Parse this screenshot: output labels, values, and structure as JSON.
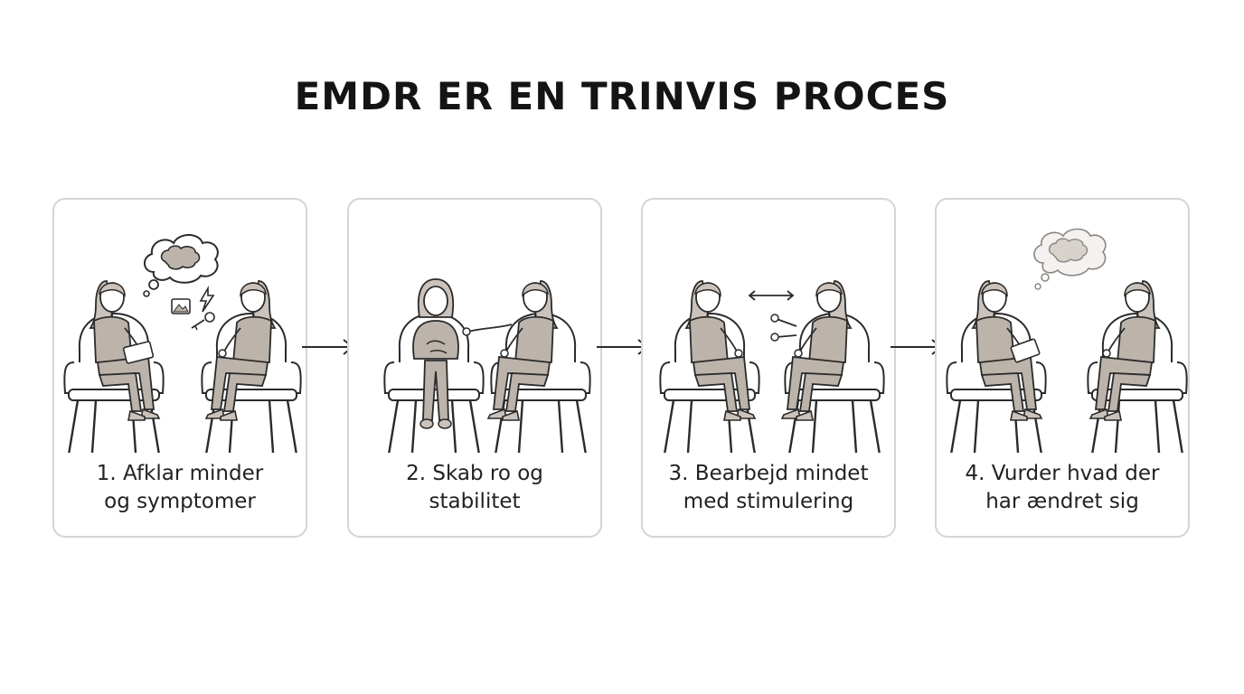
{
  "title": "EMDR ER EN TRINVIS PROCES",
  "steps": [
    {
      "line1": "1. Afklar minder",
      "line2": "og symptomer"
    },
    {
      "line1": "2. Skab ro og",
      "line2": "stabilitet"
    },
    {
      "line1": "3. Bearbejd mindet",
      "line2": "med stimulering"
    },
    {
      "line1": "4. Vurder hvad der",
      "line2": "har ændret sig"
    }
  ],
  "colors": {
    "border": "#d9d4cf",
    "fill": "#bcb3aa",
    "stroke": "#2b2b2b"
  },
  "icons": [
    "thought-bubble-icon",
    "brain-icon",
    "image-icon",
    "lightning-icon",
    "key-icon",
    "double-arrow-icon",
    "right-arrow-icon"
  ]
}
